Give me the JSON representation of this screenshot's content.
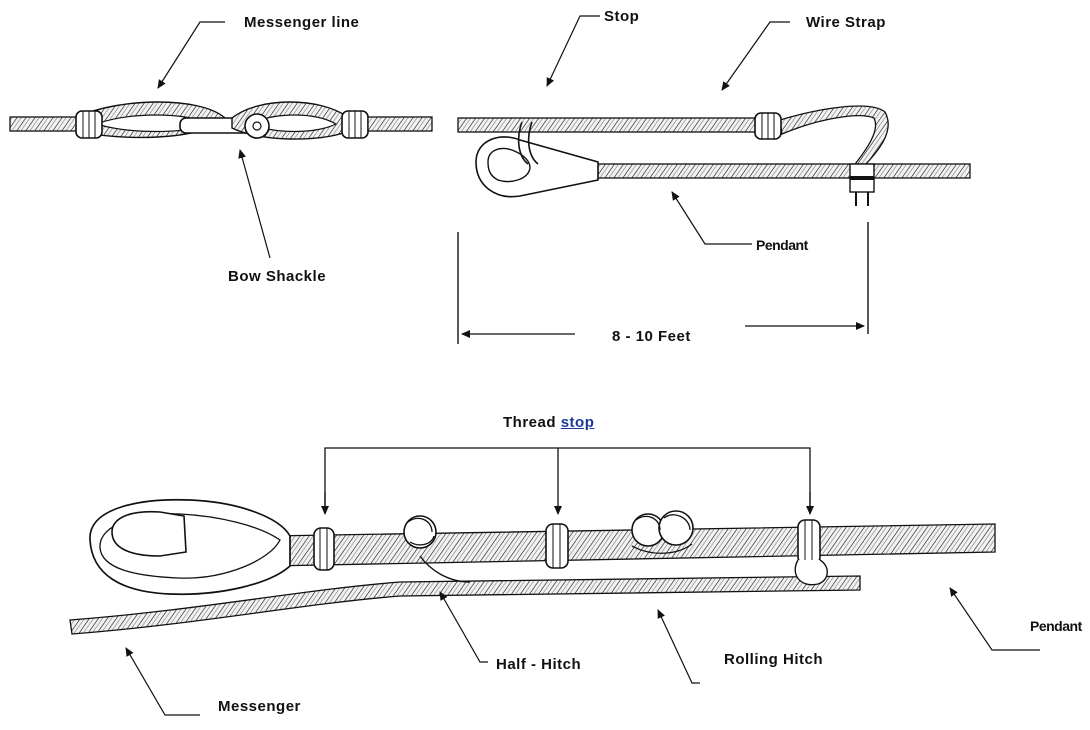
{
  "labels": {
    "messenger_line": "Messenger line",
    "bow_shackle": "Bow Shackle",
    "stop": "Stop",
    "wire_strap": "Wire Strap",
    "pendant_top": "Pendant",
    "distance": "8 - 10 Feet",
    "thread_prefix": "Thread",
    "thread_link": "stop",
    "half_hitch": "Half - Hitch",
    "rolling_hitch": "Rolling Hitch",
    "pendant_bottom": "Pendant",
    "messenger": "Messenger"
  },
  "colors": {
    "ink": "#111111",
    "link": "#1a3a9a",
    "rope_fill": "#e8e8e8"
  }
}
